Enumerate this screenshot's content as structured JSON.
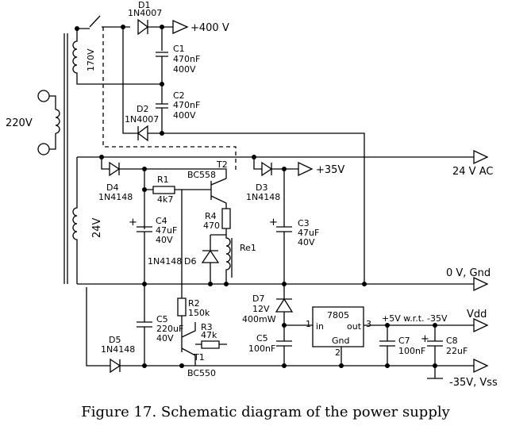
{
  "caption": "Figure 17. Schematic diagram of the power supply",
  "transformer": {
    "primary_voltage": "220V",
    "secondary_170": "170V",
    "secondary_24": "24V"
  },
  "outputs": {
    "hv": "+400 V",
    "ac24": "24 V AC",
    "v35": "+35V",
    "gnd": "0 V, Gnd",
    "vdd": "Vdd",
    "vss": "-35V, Vss",
    "wrt": "+5V w.r.t. -35V"
  },
  "components": {
    "d1": {
      "ref": "D1",
      "value": "1N4007"
    },
    "d2": {
      "ref": "D2",
      "value": "1N4007"
    },
    "c1": {
      "ref": "C1",
      "cap": "470nF",
      "volt": "400V"
    },
    "c2": {
      "ref": "C2",
      "cap": "470nF",
      "volt": "400V"
    },
    "t2": {
      "ref": "T2",
      "value": "BC558"
    },
    "d4": {
      "ref": "D4",
      "value": "1N4148"
    },
    "r1": {
      "ref": "R1",
      "value": "4k7"
    },
    "d3": {
      "ref": "D3",
      "value": "1N4148"
    },
    "c4": {
      "ref": "C4",
      "cap": "47uF",
      "volt": "40V"
    },
    "r4": {
      "ref": "R4",
      "value": "470"
    },
    "c3": {
      "ref": "C3",
      "cap": "47uF",
      "volt": "40V"
    },
    "d6": {
      "ref": "D6",
      "value": "1N4148"
    },
    "re1": {
      "ref": "Re1"
    },
    "r2": {
      "ref": "R2",
      "value": "150k"
    },
    "d7": {
      "ref": "D7",
      "volt": "12V",
      "power": "400mW"
    },
    "u7805": {
      "ref": "7805",
      "pin_in": "in",
      "pin_out": "out",
      "pin_gnd": "Gnd",
      "pin1": "1",
      "pin2": "2",
      "pin3": "3"
    },
    "c5a": {
      "ref": "C5",
      "cap": "220uF",
      "volt": "40V"
    },
    "r3": {
      "ref": "R3",
      "value": "47k"
    },
    "c5b": {
      "ref": "C5",
      "cap": "100nF"
    },
    "c7": {
      "ref": "C7",
      "cap": "100nF"
    },
    "c8": {
      "ref": "C8",
      "cap": "22uF"
    },
    "d5": {
      "ref": "D5",
      "value": "1N4148"
    },
    "t1": {
      "ref": "T1",
      "value": "BC550"
    }
  }
}
